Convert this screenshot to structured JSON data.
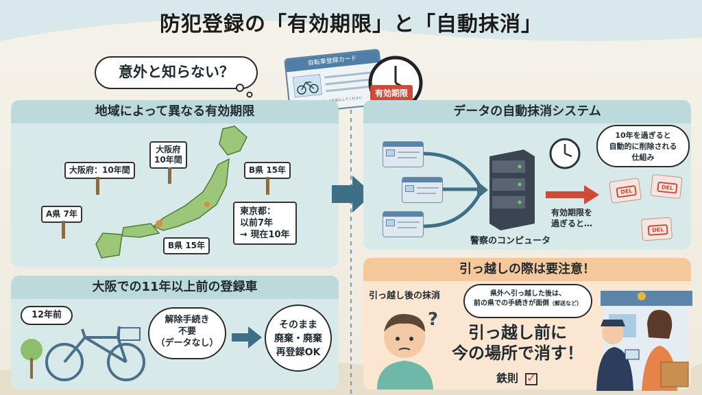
{
  "title": "防犯登録の「有効期限」と「自動抹消」",
  "intro_bubble": "意外と知らない？",
  "card": {
    "header": "自転車登録カード",
    "footer": "自転車の種類や番号などを記入してください",
    "badge": "有効期限"
  },
  "region_panel": {
    "title": "地域によって異なる有効期限",
    "signs": {
      "osaka_old": "大阪府：10年間",
      "osaka_new_1": "大阪府",
      "osaka_new_2": "10年間",
      "a_pref": "A県 7年",
      "b_pref_north": "B県 15年",
      "b_pref_south": "B県 15年",
      "tokyo_1": "東京都：",
      "tokyo_2": "以前7年",
      "tokyo_3": "→ 現在10年"
    }
  },
  "osaka_panel": {
    "title": "大阪での11年以上前の登録車",
    "age_label": "12年前",
    "no_procedure_1": "解除手続き",
    "no_procedure_2": "不要",
    "no_procedure_3": "（データなし）",
    "result_1": "そのまま",
    "result_2": "廃棄・廃棄",
    "result_3": "再登録OK"
  },
  "system_panel": {
    "title": "データの自動抹消システム",
    "note_1": "10年を過ぎると",
    "note_2": "自動的に削除される",
    "note_3": "仕組み",
    "expiry_1": "有効期限を",
    "expiry_2": "過ぎると…",
    "server_label": "警察のコンピュータ",
    "del_label": "DEL"
  },
  "move_panel": {
    "title": "引っ越しの際は要注意！",
    "subtitle": "引っ越し後の抹消",
    "bubble_1": "県外へ引っ越した後は、",
    "bubble_2": "前の県での手続きが面倒",
    "bubble_3": "（郵送など）",
    "headline_1": "引っ越し前に",
    "headline_2": "今の場所で消す！",
    "rule": "鉄則"
  },
  "colors": {
    "teal_panel": "#d3e6e8",
    "teal_head": "#b9d8dc",
    "orange_panel": "#fbe6cf",
    "orange_head": "#f5c89c",
    "accent_red": "#d04a3a",
    "arrow_blue": "#3f6f86"
  }
}
